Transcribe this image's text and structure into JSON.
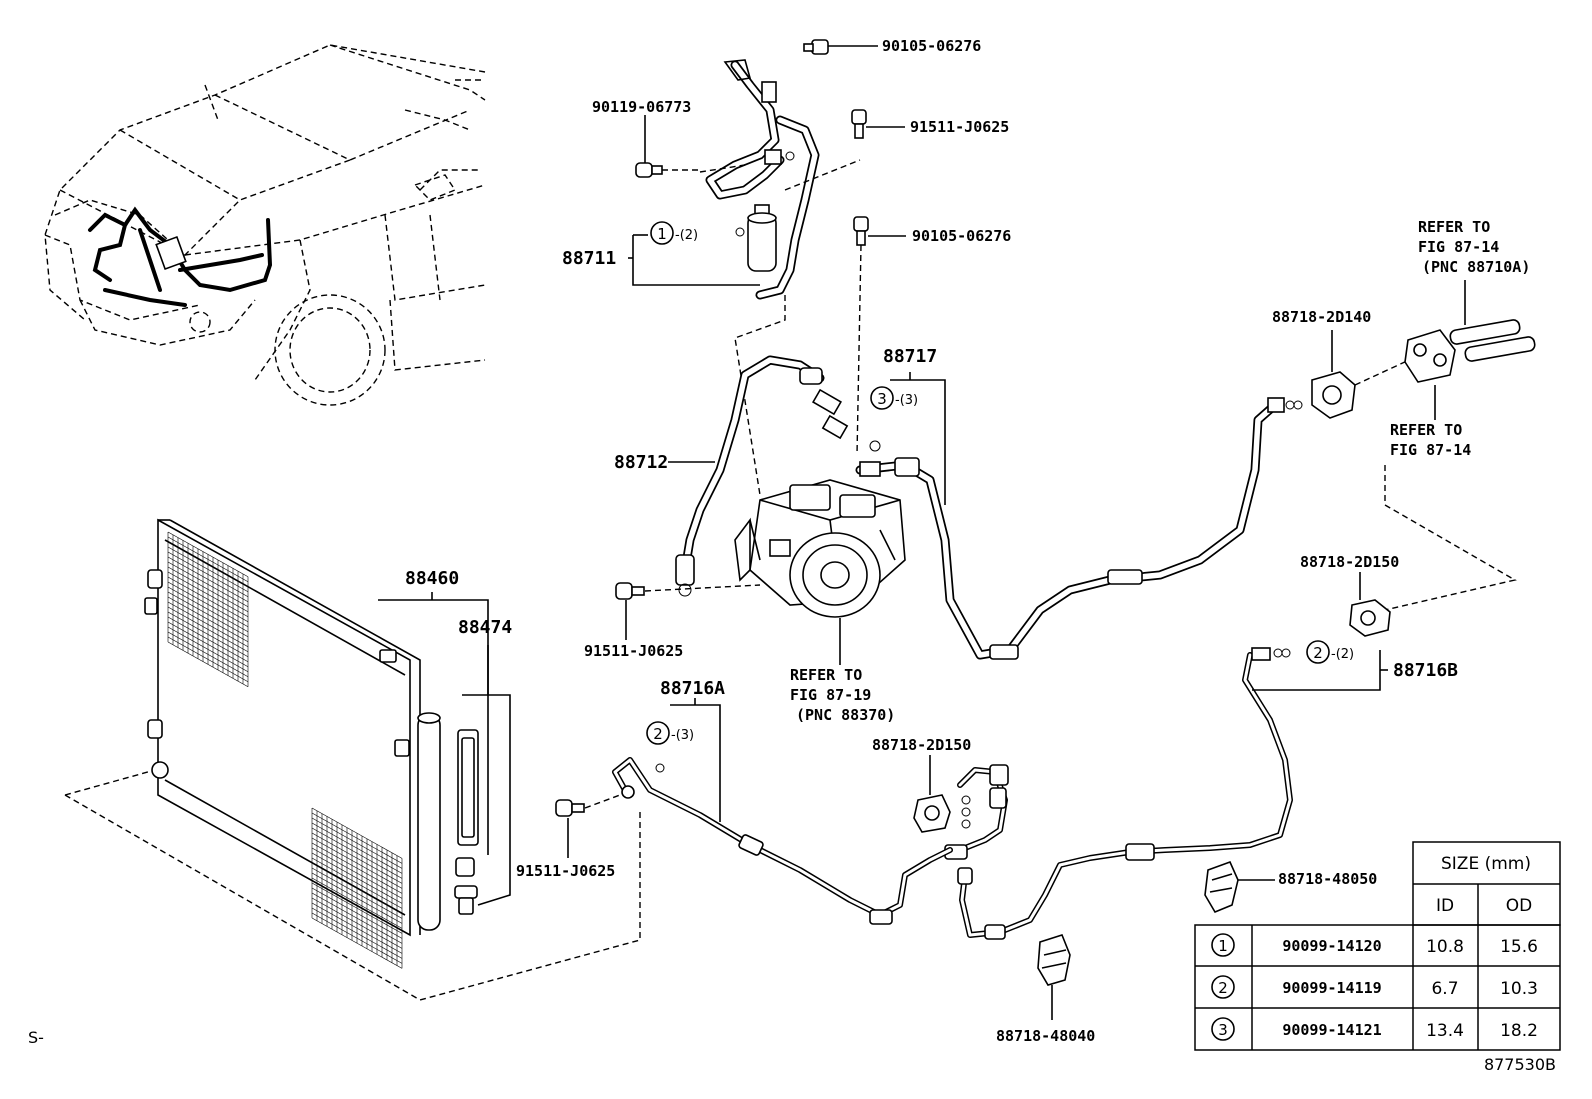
{
  "callouts": {
    "bolt_top": "90105-06276",
    "bolt_left_top": "90119-06773",
    "bolt_right_top": "91511-J0625",
    "bolt_mid": "90105-06276",
    "bolt_compressor": "91511-J0625",
    "bolt_bottom": "91511-J0625",
    "receiver_assy": "88711",
    "hose_discharge": "88712",
    "hose_suction": "88717",
    "condenser": "88460",
    "dryer": "88474",
    "pipe_liquid_a": "88716A",
    "pipe_liquid_b": "88716B",
    "clamp_top": "88718-2D140",
    "clamp_right": "88718-2D150",
    "clamp_center": "88718-2D150",
    "clamp_48050": "88718-48050",
    "clamp_48040": "88718-48040"
  },
  "refs": {
    "fig_87_14_pnc_l1": "REFER TO",
    "fig_87_14_pnc_l2": "FIG 87-14",
    "fig_87_14_pnc_l3": "(PNC 88710A)",
    "fig_87_14_l1": "REFER TO",
    "fig_87_14_l2": "FIG 87-14",
    "fig_87_19_l1": "REFER TO",
    "fig_87_19_l2": "FIG 87-19",
    "fig_87_19_l3": "(PNC 88370)"
  },
  "oring_markers": {
    "m1_num": "1",
    "m1_qty": "-(2)",
    "m3_num": "3",
    "m3_qty": "-(3)",
    "m2a_num": "2",
    "m2a_qty": "-(3)",
    "m2b_num": "2",
    "m2b_qty": "-(2)"
  },
  "size_table": {
    "header": "SIZE (mm)",
    "col_id": "ID",
    "col_od": "OD",
    "rows": [
      {
        "num": "1",
        "part": "90099-14120",
        "id": "10.8",
        "od": "15.6"
      },
      {
        "num": "2",
        "part": "90099-14119",
        "id": "6.7",
        "od": "10.3"
      },
      {
        "num": "3",
        "part": "90099-14121",
        "id": "13.4",
        "od": "18.2"
      }
    ]
  },
  "footer": {
    "left_mark": "S-",
    "drawing_code": "877530B"
  }
}
